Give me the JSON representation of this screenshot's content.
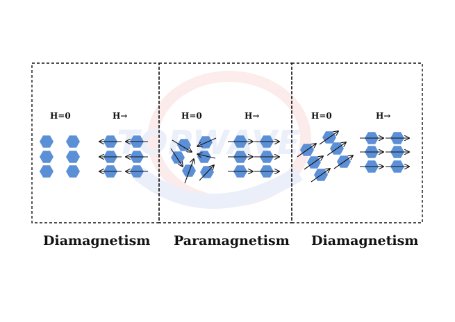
{
  "watermark": {
    "text": "TOPWAVE",
    "color": "#3355cc"
  },
  "colors": {
    "hexagon": "#5b8fd6",
    "arrow": "#111111",
    "border": "#111111"
  },
  "panels": [
    {
      "title": "Diamagnetism",
      "left_label": "H=0",
      "right_label": "H→",
      "zero_field_arrangement": "no moments",
      "applied_field_arrangement": "induced moments opposite to H"
    },
    {
      "title": "Paramagnetism",
      "left_label": "H=0",
      "right_label": "H→",
      "zero_field_arrangement": "randomly oriented moments",
      "applied_field_arrangement": "moments aligned with H"
    },
    {
      "title": "Diamagnetism",
      "left_label": "H=0",
      "right_label": "H→",
      "zero_field_arrangement": "moments aligned in domains",
      "applied_field_arrangement": "moments aligned with H"
    }
  ]
}
